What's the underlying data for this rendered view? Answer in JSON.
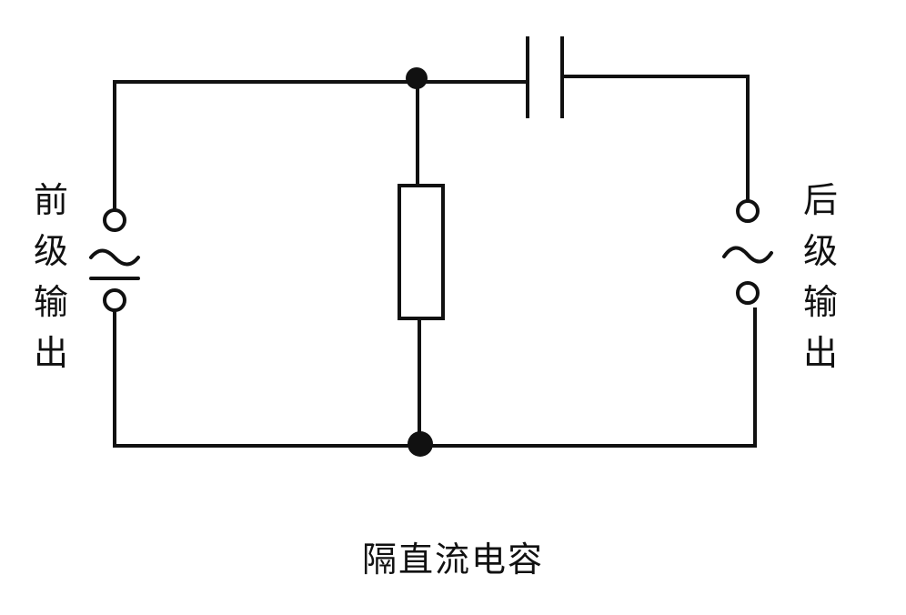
{
  "left_port": {
    "label_chars": [
      "前",
      "级",
      "输",
      "出"
    ]
  },
  "right_port": {
    "label_chars": [
      "后",
      "级",
      "输",
      "出"
    ]
  },
  "caption": "隔直流电容"
}
